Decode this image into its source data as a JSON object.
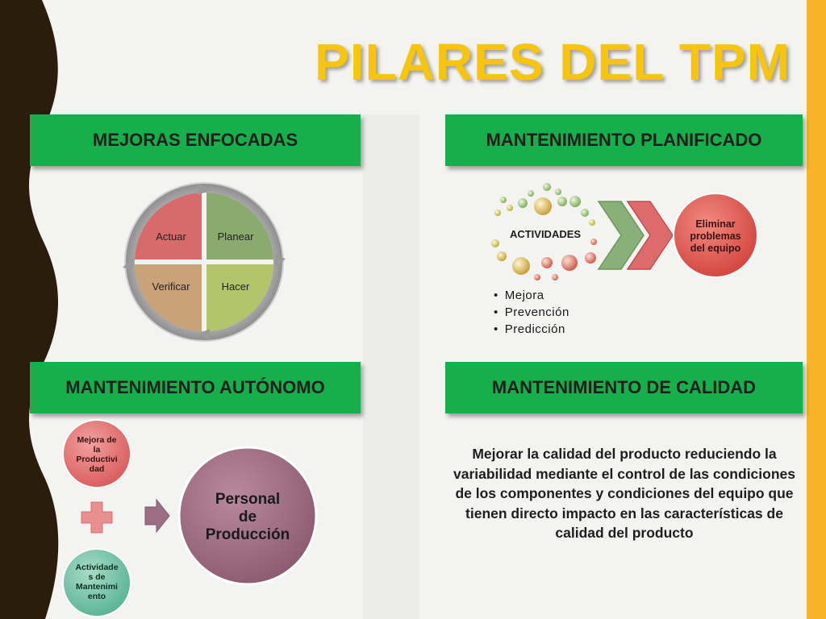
{
  "title": "PILARES DEL TPM",
  "sections": {
    "mejoras_enfocadas": {
      "header": "MEJORAS ENFOCADAS",
      "cycle": {
        "actuar": "Actuar",
        "planear": "Planear",
        "verificar": "Verificar",
        "hacer": "Hacer"
      }
    },
    "mantenimiento_planificado": {
      "header": "MANTENIMIENTO PLANIFICADO",
      "actividades_label": "ACTIVIDADES",
      "goal_line1": "Eliminar",
      "goal_line2": "problemas",
      "goal_line3": "del equipo",
      "bullets": [
        "Mejora",
        "Prevención",
        "Predicción"
      ]
    },
    "mantenimiento_autonomo": {
      "header": "MANTENIMIENTO AUTÓNOMO",
      "circle_top": [
        "Mejora de",
        "la",
        "Productivi",
        "dad"
      ],
      "circle_bottom": [
        "Actividade",
        "s de",
        "Mantenimi",
        "ento"
      ],
      "big_circle": [
        "Personal",
        "de",
        "Producción"
      ]
    },
    "mantenimiento_calidad": {
      "header": "MANTENIMIENTO DE CALIDAD",
      "text": "Mejorar la calidad del producto reduciendo la variabilidad mediante el control de las condiciones de los componentes y condiciones del equipo que tienen directo impacto en las características de calidad del producto"
    }
  },
  "colors": {
    "title": "#f8c50e",
    "header_bg": "#15b04b",
    "accent_bar": "#f6b426",
    "left_band": "#2a1d0c",
    "actuar": "#d76a6a",
    "planear": "#8aaa6e",
    "verificar": "#c9a27a",
    "hacer": "#b3c56b"
  }
}
